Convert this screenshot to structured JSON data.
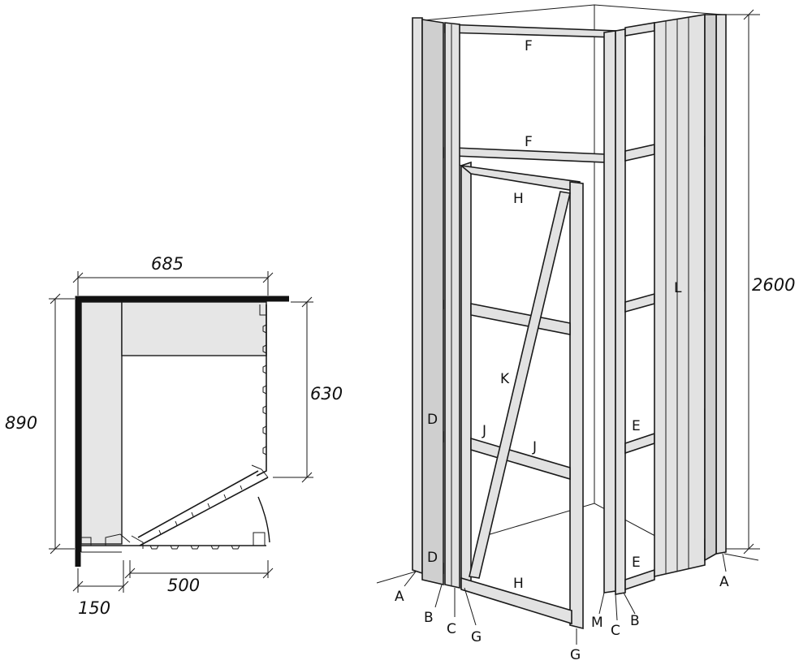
{
  "plan": {
    "dimensions": [
      {
        "id": "width-top",
        "label": "685"
      },
      {
        "id": "depth-left",
        "label": "890"
      },
      {
        "id": "depth-right",
        "label": "630"
      },
      {
        "id": "offset-left",
        "label": "150"
      },
      {
        "id": "width-bottom",
        "label": "500"
      }
    ]
  },
  "frame": {
    "height_label": "2600",
    "parts": [
      {
        "id": "f-top",
        "label": "F"
      },
      {
        "id": "f-mid",
        "label": "F"
      },
      {
        "id": "h-top",
        "label": "H"
      },
      {
        "id": "h-bottom",
        "label": "H"
      },
      {
        "id": "l",
        "label": "L"
      },
      {
        "id": "k",
        "label": "K"
      },
      {
        "id": "d-upper",
        "label": "D"
      },
      {
        "id": "d-lower",
        "label": "D"
      },
      {
        "id": "j-left",
        "label": "J"
      },
      {
        "id": "j-right",
        "label": "J"
      },
      {
        "id": "e-upper",
        "label": "E"
      },
      {
        "id": "e-lower",
        "label": "E"
      },
      {
        "id": "a-left",
        "label": "A"
      },
      {
        "id": "b-left",
        "label": "B"
      },
      {
        "id": "c-left",
        "label": "C"
      },
      {
        "id": "g-left",
        "label": "G"
      },
      {
        "id": "g-bottom",
        "label": "G"
      },
      {
        "id": "m",
        "label": "M"
      },
      {
        "id": "c-right",
        "label": "C"
      },
      {
        "id": "b-right",
        "label": "B"
      },
      {
        "id": "a-right",
        "label": "A"
      }
    ]
  }
}
